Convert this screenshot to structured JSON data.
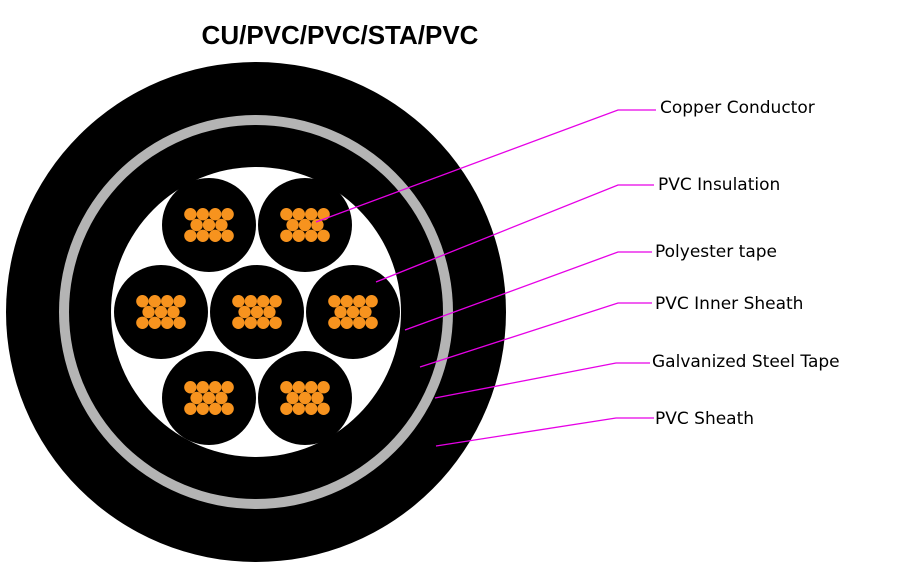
{
  "title": "CU/PVC/PVC/STA/PVC",
  "labels": [
    {
      "id": "copper-conductor",
      "text": "Copper Conductor"
    },
    {
      "id": "pvc-insulation",
      "text": "PVC Insulation"
    },
    {
      "id": "polyester-tape",
      "text": "Polyester tape"
    },
    {
      "id": "pvc-inner-sheath",
      "text": "PVC Inner Sheath"
    },
    {
      "id": "galvanized-steel-tape",
      "text": "Galvanized Steel Tape"
    },
    {
      "id": "pvc-sheath",
      "text": "PVC Sheath"
    }
  ],
  "colors": {
    "sheath": "#000000",
    "steel_tape": "#b4b4b4",
    "filler": "#ffffff",
    "insulation": "#000000",
    "copper": "#f7931e",
    "leader": "#e600e6",
    "text": "#000000"
  },
  "core_count": 7
}
